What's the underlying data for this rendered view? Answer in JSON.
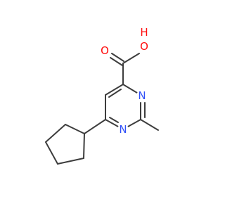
{
  "molecule": {
    "atoms": {
      "oxygen_hydroxyl": "O",
      "hydrogen_hydroxyl": "H",
      "oxygen_carbonyl": "O",
      "nitrogen_1": "N",
      "nitrogen_3": "N"
    }
  },
  "colors": {
    "bond": "#3d3d3d",
    "oxygen": "#ff0d0d",
    "nitrogen": "#3050f8"
  }
}
